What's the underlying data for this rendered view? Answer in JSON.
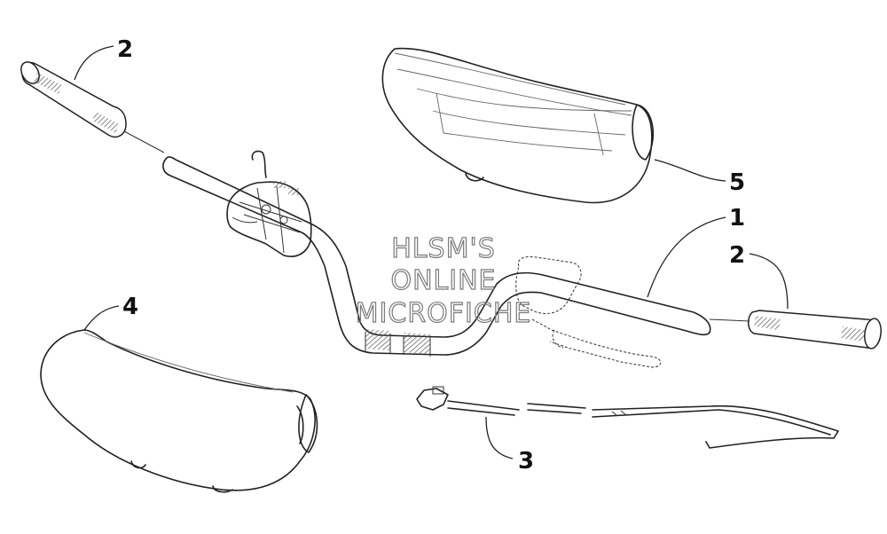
{
  "watermark": {
    "line1": "HLSM'S",
    "line2": "ONLINE",
    "line3": "MICROFICHE"
  },
  "callouts": [
    {
      "id": "c2a",
      "label": "2"
    },
    {
      "id": "c5",
      "label": "5"
    },
    {
      "id": "c1",
      "label": "1"
    },
    {
      "id": "c2b",
      "label": "2"
    },
    {
      "id": "c4",
      "label": "4"
    },
    {
      "id": "c3",
      "label": "3"
    }
  ],
  "colors": {
    "line": "#222222",
    "watermark": "#7a7a7a",
    "background": "#ffffff"
  }
}
